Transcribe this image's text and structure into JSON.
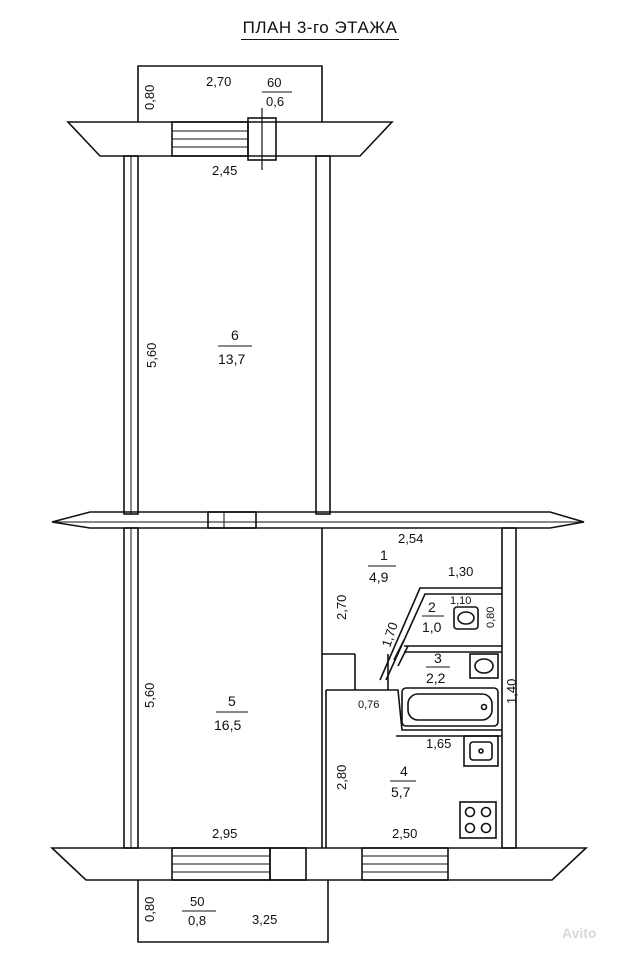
{
  "title": "ПЛАН  3-го ЭТАЖА",
  "rooms": [
    {
      "num": "1",
      "area": "4,9"
    },
    {
      "num": "2",
      "area": "1,0"
    },
    {
      "num": "3",
      "area": "2,2"
    },
    {
      "num": "4",
      "area": "5,7"
    },
    {
      "num": "5",
      "area": "16,5"
    },
    {
      "num": "6",
      "area": "13,7"
    }
  ],
  "balconies": {
    "top": {
      "num": "60",
      "area": "0,6",
      "depth": "0,80",
      "length": "2,70"
    },
    "bottom": {
      "num": "50",
      "area": "0,8",
      "depth": "0,80",
      "length": "3,25"
    }
  },
  "dims": {
    "room6_width": "2,45",
    "room6_height": "5,60",
    "room5_height": "5,60",
    "room5_width": "2,95",
    "hall_width": "2,54",
    "hall_height": "2,70",
    "wc_width": "1,30",
    "wc_inner": "1,10",
    "wc_depth": "0,80",
    "diag": "1,70",
    "right_wall": "1,40",
    "niche": "0,76",
    "kitchen_height": "2,80",
    "kitchen_width": "2,50",
    "kitchen_inner": "1,65"
  },
  "watermark": "Avito"
}
